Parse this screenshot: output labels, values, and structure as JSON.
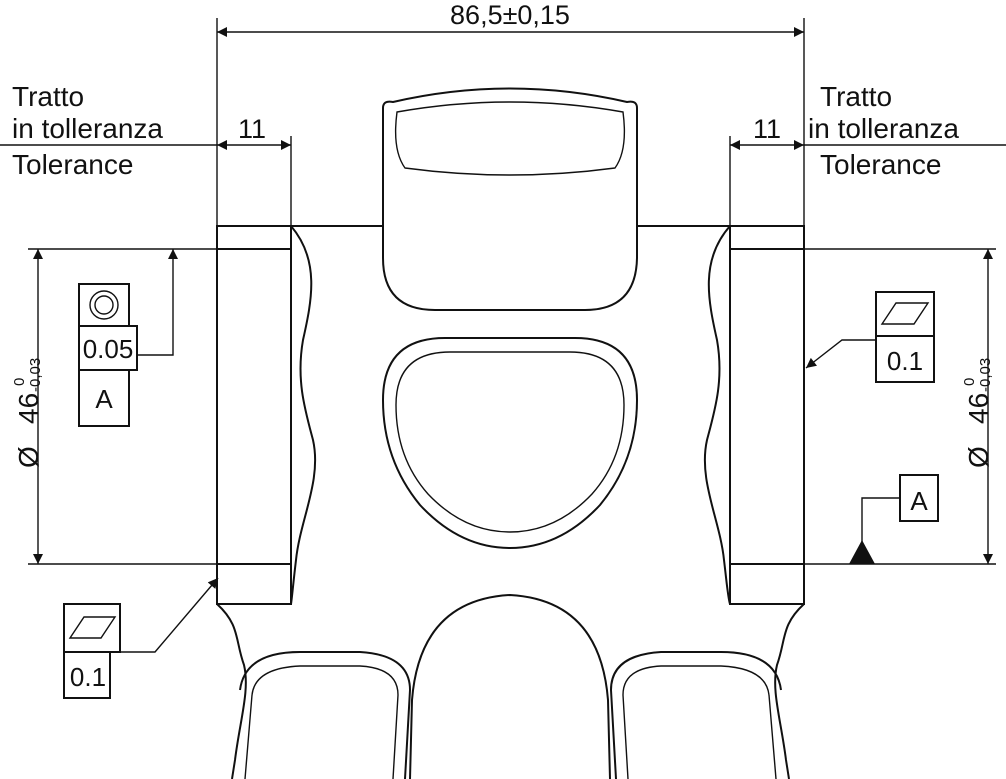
{
  "drawing": {
    "overall_width": "86,5±0,15",
    "left_tolerance_note": {
      "line1": "Tratto",
      "line2": "in tolleranza",
      "line3": "Tolerance"
    },
    "right_tolerance_note": {
      "line1": "Tratto",
      "line2": "in tolleranza",
      "line3": "Tolerance"
    },
    "left_zone_width": "11",
    "right_zone_width": "11",
    "left_diameter": {
      "symbol": "Ø",
      "nominal": "46",
      "upper_dev": "0",
      "lower_dev": "-0,03"
    },
    "right_diameter": {
      "symbol": "Ø",
      "nominal": "46",
      "upper_dev": "0",
      "lower_dev": "-0,03"
    },
    "fcf_concentricity": {
      "symbol": "concentricity",
      "tolerance": "0.05",
      "datum": "A"
    },
    "fcf_flatness_right": {
      "symbol": "flatness",
      "tolerance": "0.1"
    },
    "fcf_flatness_left": {
      "symbol": "flatness",
      "tolerance": "0.1"
    },
    "datum_label": "A"
  }
}
